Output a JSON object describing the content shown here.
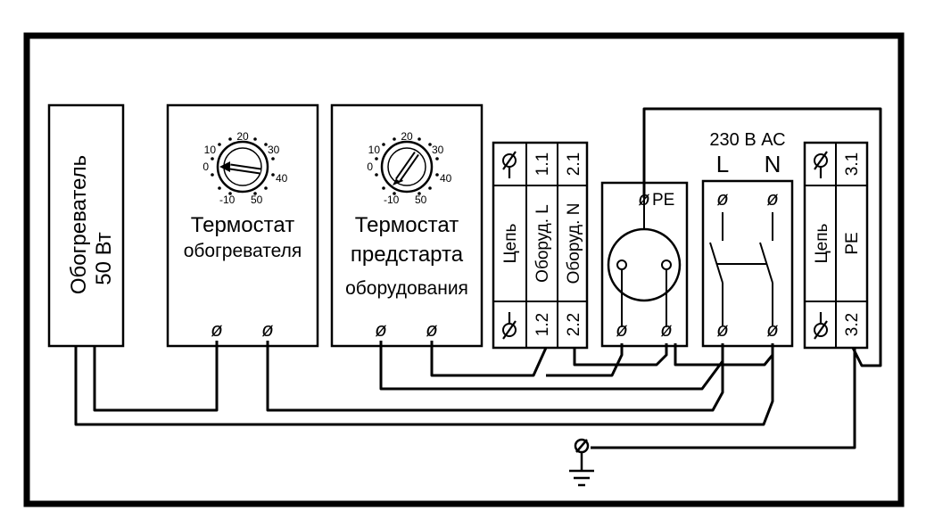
{
  "heater": {
    "line1": "Обогреватель",
    "line2": "50 Вт"
  },
  "thermostat_heater": {
    "line1": "Термостат",
    "line2": "обогревателя",
    "dial_scale": [
      "-10",
      "0",
      "10",
      "20",
      "30",
      "40",
      "50"
    ]
  },
  "thermostat_prestart": {
    "line1": "Термостат",
    "line2": "предстарта",
    "line3": "оборудования",
    "dial_scale": [
      "-10",
      "0",
      "10",
      "20",
      "30",
      "40",
      "50"
    ]
  },
  "terminal_block_1": {
    "screw_symbol": "ø",
    "circuit_label": "Цепь",
    "row_a_label": "Оборуд. L",
    "row_b_label": "Оборуд. N",
    "top_a": "1.1",
    "top_b": "2.1",
    "bottom_a": "1.2",
    "bottom_b": "2.2"
  },
  "socket": {
    "pe_label": "PE"
  },
  "power_switch": {
    "supply_label": "230 В АС",
    "l_label": "L",
    "n_label": "N"
  },
  "terminal_block_2": {
    "circuit_label": "Цепь",
    "pe_label": "PE",
    "top": "3.1",
    "bottom": "3.2"
  },
  "colors": {
    "line": "#000000",
    "background": "#ffffff"
  }
}
